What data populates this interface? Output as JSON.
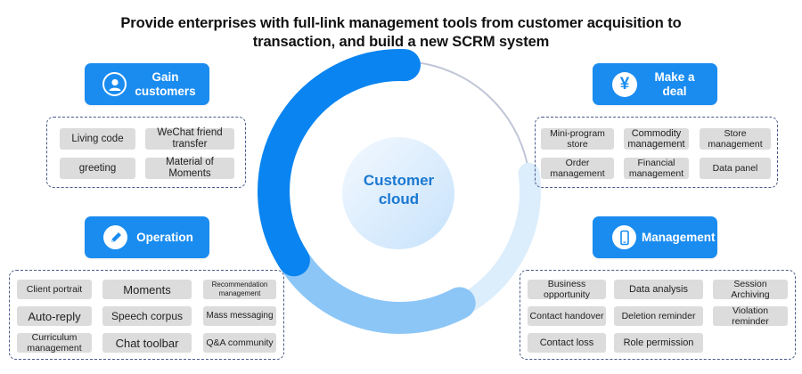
{
  "title": {
    "line1": "Provide enterprises with full-link management tools from customer acquisition to",
    "line2": "transaction, and build a new SCRM system"
  },
  "colors": {
    "primary_blue": "#1a8cf0",
    "arc_dark": "#0a84f0",
    "arc_mid": "#8cc6f7",
    "arc_light": "#dcedfc",
    "arc_thin": "#c0c6d6",
    "chip_bg": "#dcdcdc",
    "dashed_border": "#4a5a8a",
    "center_text": "#1a78d0"
  },
  "center": {
    "line1": "Customer",
    "line2": "cloud"
  },
  "categories": {
    "gain_customers": {
      "icon": "user-icon",
      "label_line1": "Gain",
      "label_line2": "customers",
      "items": [
        "Living code",
        "WeChat friend transfer",
        "greeting",
        "Material of Moments"
      ]
    },
    "make_a_deal": {
      "icon": "yen-icon",
      "label_line1": "Make a",
      "label_line2": "deal",
      "items": [
        "Mini-program store",
        "Commodity management",
        "Store management",
        "Order management",
        "Financial management",
        "Data panel"
      ]
    },
    "operation": {
      "icon": "pen-icon",
      "label": "Operation",
      "items": [
        "Client portrait",
        "Moments",
        "Recommendation management",
        "Auto-reply",
        "Speech corpus",
        "Mass messaging",
        "Curriculum management",
        "Chat toolbar",
        "Q&A community"
      ]
    },
    "management": {
      "icon": "phone-icon",
      "label": "Management",
      "items": [
        "Business opportunity",
        "Data analysis",
        "Session Archiving",
        "Contact handover",
        "Deletion reminder",
        "Violation reminder",
        "Contact loss",
        "Role permission"
      ]
    }
  }
}
